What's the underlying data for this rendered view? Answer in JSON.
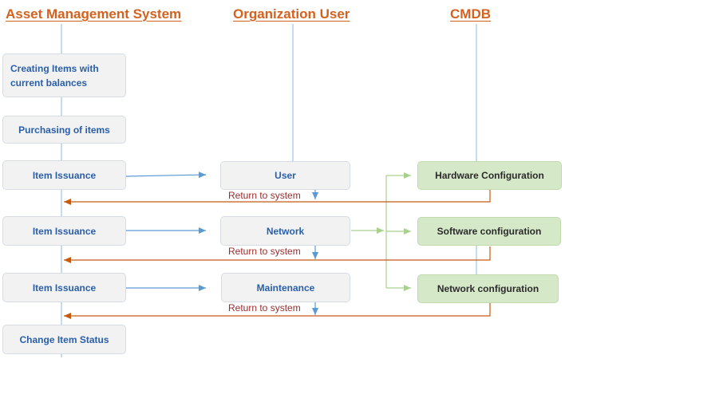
{
  "lanes": {
    "asset_system": "Asset Management System",
    "org_user": "Organization User",
    "cmdb": "CMDB"
  },
  "asset_steps": {
    "creating_items_line1": "Creating Items with",
    "creating_items_line2": "current balances",
    "purchasing": "Purchasing of items",
    "issuance_1": "Item Issuance",
    "issuance_2": "Item Issuance",
    "issuance_3": "Item Issuance",
    "change_status": "Change Item Status"
  },
  "user_steps": {
    "user": "User",
    "network": "Network",
    "maintenance": "Maintenance"
  },
  "cmdb_steps": {
    "hardware": "Hardware Configuration",
    "software": "Software configuration",
    "network_config": "Network configuration"
  },
  "returns": {
    "return_1": "Return to system",
    "return_2": "Return to system",
    "return_3": "Return to system"
  },
  "colors": {
    "lane_title": "#d4621e",
    "box_text_blue": "#2a5fa8",
    "lifeline_blue": "#9dc3e6",
    "arrow_blue": "#5b9bd5",
    "arrow_green": "#a9d18e",
    "arrow_orange": "#c55a11",
    "return_text": "#9b2b2b"
  }
}
